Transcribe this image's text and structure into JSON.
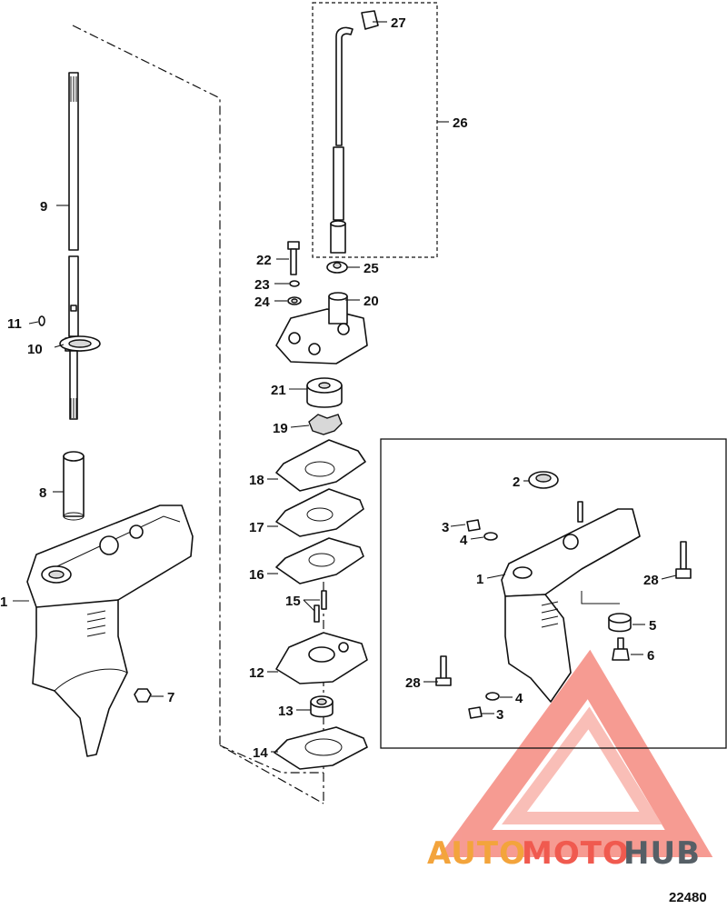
{
  "callouts": [
    "1",
    "2",
    "3",
    "4",
    "5",
    "6",
    "7",
    "8",
    "9",
    "10",
    "11",
    "12",
    "13",
    "14",
    "15",
    "16",
    "17",
    "18",
    "19",
    "20",
    "21",
    "22",
    "23",
    "24",
    "25",
    "26",
    "27",
    "28"
  ],
  "inset_callouts": {
    "c1": "1",
    "c2": "2",
    "c3a": "3",
    "c3b": "3",
    "c4a": "4",
    "c4b": "4",
    "c5": "5",
    "c6": "6",
    "c28a": "28",
    "c28b": "28"
  },
  "watermark": {
    "part1": "AUTO",
    "part2": "MOTO",
    "part3": "HUB",
    "color_red": "#f05a4f",
    "color_orange": "#f3a43c",
    "color_dark": "#565f66"
  },
  "figure_number": "22480"
}
